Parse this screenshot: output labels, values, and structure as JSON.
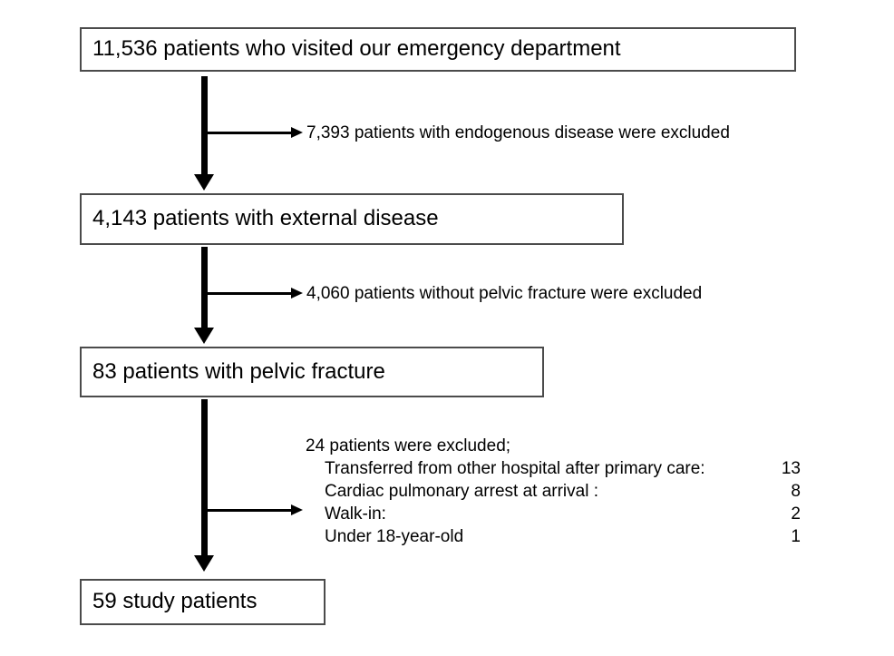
{
  "flowchart": {
    "boxes": [
      {
        "label": "11,536 patients who visited our emergency department"
      },
      {
        "label": "4,143 patients with external disease"
      },
      {
        "label": "83 patients with pelvic fracture"
      },
      {
        "label": "59 study patients"
      }
    ],
    "exclusions": [
      {
        "label": "7,393 patients with endogenous disease were excluded"
      },
      {
        "label": "4,060 patients without pelvic fracture were excluded"
      },
      {
        "header": "24 patients were excluded;",
        "items": [
          {
            "label": "Transferred from other hospital after primary care:",
            "value": "13"
          },
          {
            "label": "Cardiac pulmonary arrest at arrival :",
            "value": "8"
          },
          {
            "label": "Walk-in:",
            "value": "2"
          },
          {
            "label": "Under 18-year-old",
            "value": "1"
          }
        ]
      }
    ],
    "colors": {
      "background": "#ffffff",
      "box_border": "#4b4b4b",
      "arrow": "#000000",
      "text": "#000000"
    }
  }
}
